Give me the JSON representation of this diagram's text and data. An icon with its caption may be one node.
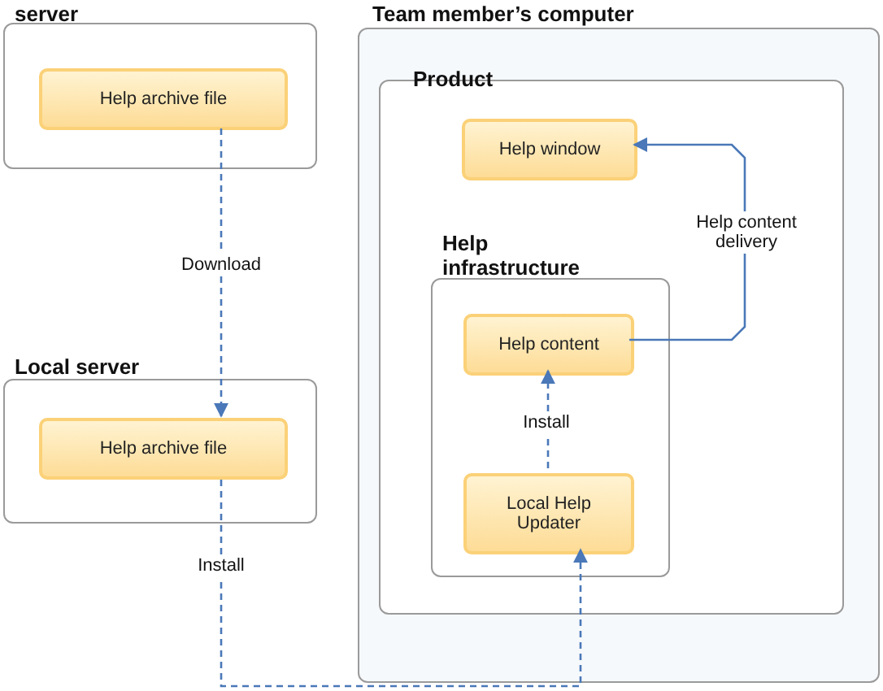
{
  "diagram": {
    "nodes": [
      {
        "text": [
          "server"
        ]
      },
      {
        "text": [
          "Help archive file"
        ],
        "in": 0
      },
      {
        "text": [
          "Local server"
        ]
      },
      {
        "text": [
          "Help archive file"
        ],
        "in": 2
      },
      {
        "text": [
          "Team member’s computer"
        ]
      },
      {
        "text": [
          "Product"
        ],
        "in": 4
      },
      {
        "text": [
          "Help window"
        ],
        "in": 5
      },
      {
        "text": [
          "Help infrastructure"
        ],
        "in": 5
      },
      {
        "text": [
          "Help content"
        ],
        "in": 7
      },
      {
        "text": [
          "Local Help Updater"
        ],
        "in": 7
      }
    ],
    "edges": [
      {
        "from": 1,
        "to": 3,
        "arrow": "to",
        "label": "Download",
        "style": "dashed"
      },
      {
        "from": 3,
        "to": 9,
        "arrow": "to",
        "label": "Install",
        "style": "dashed"
      },
      {
        "from": 9,
        "to": 8,
        "arrow": "to",
        "label": "Install",
        "style": "dashed"
      },
      {
        "from": 8,
        "to": 6,
        "arrow": "to",
        "label": "Help content delivery"
      }
    ]
  }
}
